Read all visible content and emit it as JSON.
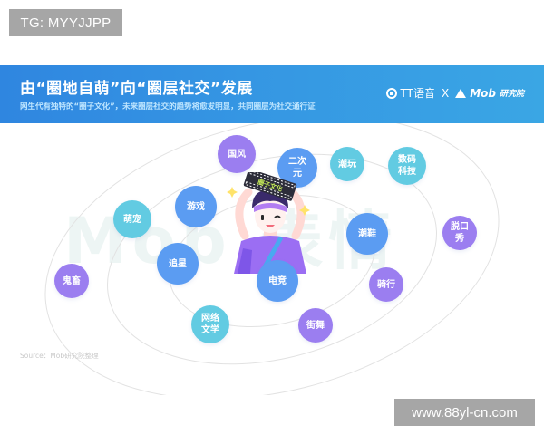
{
  "overlay": {
    "top_left_badge": "TG: MYYJJPP",
    "bottom_right_badge": "www.88yl-cn.com"
  },
  "header": {
    "title": "由“圈地自萌”向“圈层社交”发展",
    "subtitle": "网生代有独特的“圈子文化”，未来圈层社交的趋势将愈发明显，共同圈层为社交通行证",
    "brand": {
      "tt_icon": "tt-voice-logo-icon",
      "tt_label": "TT语音",
      "separator": "X",
      "mob_icon": "mob-mountain-logo-icon",
      "mob_label": "Mob",
      "mob_sub": "研究院"
    },
    "colors": {
      "gradient_start": "#2f86e0",
      "gradient_end": "#3aa6e4"
    }
  },
  "diagram": {
    "watermark": "Mob 表情",
    "center_figure": {
      "icon": "person-holding-film-sign-icon",
      "sign_text": "圈子文化"
    },
    "nodes": [
      {
        "label": "国风",
        "color": "purple"
      },
      {
        "label": "二次\n元",
        "color": "blue"
      },
      {
        "label": "潮玩",
        "color": "teal"
      },
      {
        "label": "数码\n科技",
        "color": "teal"
      },
      {
        "label": "萌宠",
        "color": "teal"
      },
      {
        "label": "游戏",
        "color": "blue"
      },
      {
        "label": "潮鞋",
        "color": "blue"
      },
      {
        "label": "脱口\n秀",
        "color": "purple"
      },
      {
        "label": "鬼畜",
        "color": "purple"
      },
      {
        "label": "追星",
        "color": "blue"
      },
      {
        "label": "电竞",
        "color": "blue"
      },
      {
        "label": "骑行",
        "color": "purple"
      },
      {
        "label": "网络\n文学",
        "color": "teal"
      },
      {
        "label": "街舞",
        "color": "purple"
      }
    ],
    "palette": {
      "purple": "#9b7ef0",
      "blue": "#5b9cf2",
      "teal": "#62cbe2"
    }
  },
  "footer": {
    "source": "Source：Mob研究院整理"
  }
}
